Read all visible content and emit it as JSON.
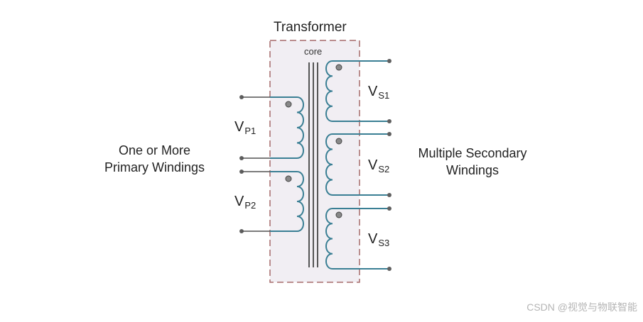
{
  "title": "Transformer",
  "core_label": "core",
  "primary_description": [
    "One or More",
    "Primary Windings"
  ],
  "secondary_description": [
    "Multiple Secondary",
    "Windings"
  ],
  "windings": {
    "primary": [
      {
        "symbol": "V",
        "subscript": "P1"
      },
      {
        "symbol": "V",
        "subscript": "P2"
      }
    ],
    "secondary": [
      {
        "symbol": "V",
        "subscript": "S1"
      },
      {
        "symbol": "V",
        "subscript": "S2"
      },
      {
        "symbol": "V",
        "subscript": "S3"
      }
    ]
  },
  "watermark": "CSDN @视觉与物联智能",
  "colors": {
    "coil": "#3a7f94",
    "wire": "#505050",
    "terminal": "#606060",
    "box_border": "#a56a6a",
    "box_fill": "#f1eef3",
    "core": "#555555"
  }
}
